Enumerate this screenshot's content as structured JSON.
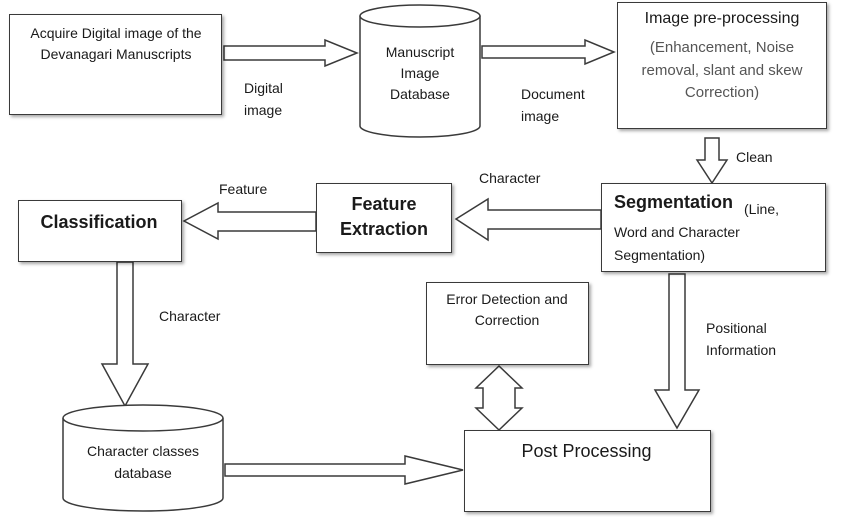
{
  "nodes": {
    "acquire": "Acquire Digital image of the Devanagari Manuscripts",
    "manuscript_db": "Manuscript Image Database",
    "preprocess_title": "Image pre-processing",
    "preprocess_detail": "(Enhancement, Noise removal, slant and skew Correction)",
    "segmentation_title": "Segmentation",
    "segmentation_detail": "(Line, Word and Character Segmentation)",
    "feature_extraction": "Feature Extraction",
    "classification": "Classification",
    "error_detection": "Error Detection and Correction",
    "character_db": "Character classes database",
    "post_processing": "Post Processing"
  },
  "edge_labels": {
    "digital_image": "Digital image",
    "document_image": "Document image",
    "clean": "Clean",
    "character_top": "Character",
    "feature": "Feature",
    "character_left": "Character",
    "positional": "Positional Information"
  }
}
